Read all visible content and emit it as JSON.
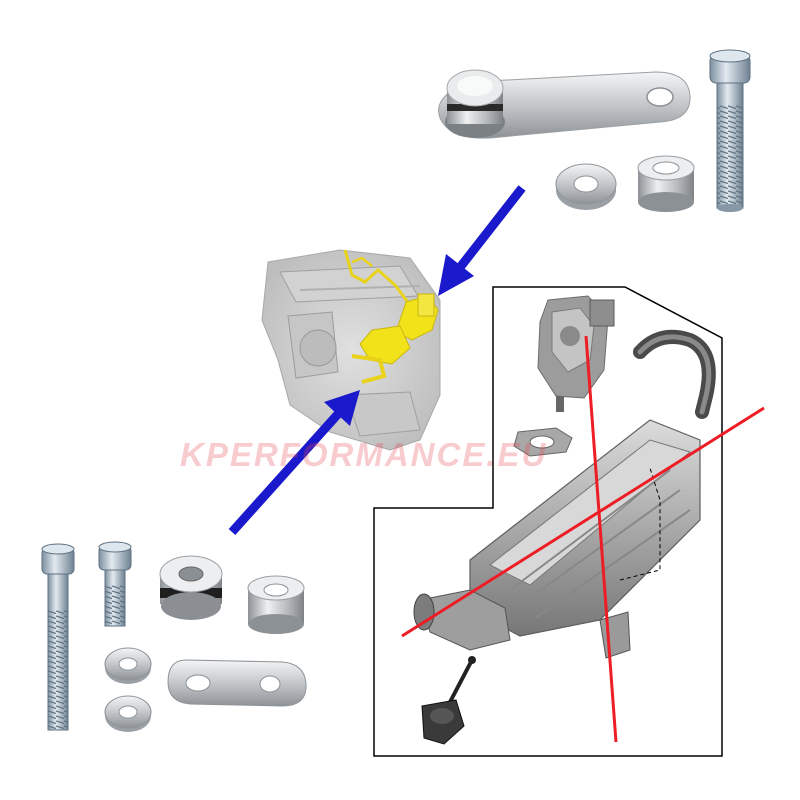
{
  "watermark": {
    "text": "KPERFORMANCE.EU"
  },
  "colors": {
    "background": "#ffffff",
    "arrow": "#1a1acc",
    "strike": "#ee1c25",
    "metal": "#c8cacc",
    "highlight": "#f2e21a",
    "frame": "#000000"
  },
  "icons": {
    "kit_top": "egr-blanking-plate-kit",
    "engine": "engine-diagram",
    "egr_assembly": "egr-cooler-assembly",
    "kit_bottom": "egr-blanking-plate-kit-secondary"
  }
}
